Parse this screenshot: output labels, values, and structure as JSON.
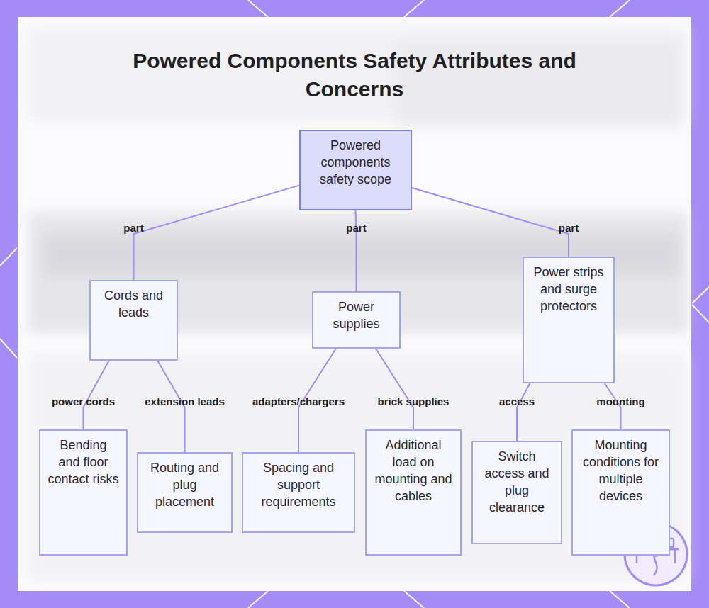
{
  "diagram": {
    "title": "Powered Components Safety Attributes and Concerns",
    "nodes": [
      {
        "text": [
          "Powered components safety scope"
        ]
      },
      {
        "text": [
          "Cords and leads"
        ]
      },
      {
        "text": [
          "Power supplies"
        ]
      },
      {
        "text": [
          "Power strips and surge protectors"
        ]
      },
      {
        "text": [
          "Bending and floor contact risks"
        ]
      },
      {
        "text": [
          "Routing and plug placement"
        ]
      },
      {
        "text": [
          "Spacing and support requirements"
        ]
      },
      {
        "text": [
          "Additional load on mounting and cables"
        ]
      },
      {
        "text": [
          "Switch access and plug clearance"
        ]
      },
      {
        "text": [
          "Mounting conditions for multiple devices"
        ]
      }
    ],
    "edges": [
      {
        "from": 0,
        "to": 1,
        "label": "part",
        "arrow": "none"
      },
      {
        "from": 0,
        "to": 2,
        "label": "part",
        "arrow": "none"
      },
      {
        "from": 0,
        "to": 3,
        "label": "part",
        "arrow": "none"
      },
      {
        "from": 1,
        "to": 4,
        "label": "power cords",
        "arrow": "none"
      },
      {
        "from": 1,
        "to": 5,
        "label": "extension leads",
        "arrow": "none"
      },
      {
        "from": 2,
        "to": 6,
        "label": "adapters/chargers",
        "arrow": "none"
      },
      {
        "from": 2,
        "to": 7,
        "label": "brick supplies",
        "arrow": "none"
      },
      {
        "from": 3,
        "to": 8,
        "label": "access",
        "arrow": "none"
      },
      {
        "from": 3,
        "to": 9,
        "label": "mounting",
        "arrow": "none"
      }
    ]
  }
}
